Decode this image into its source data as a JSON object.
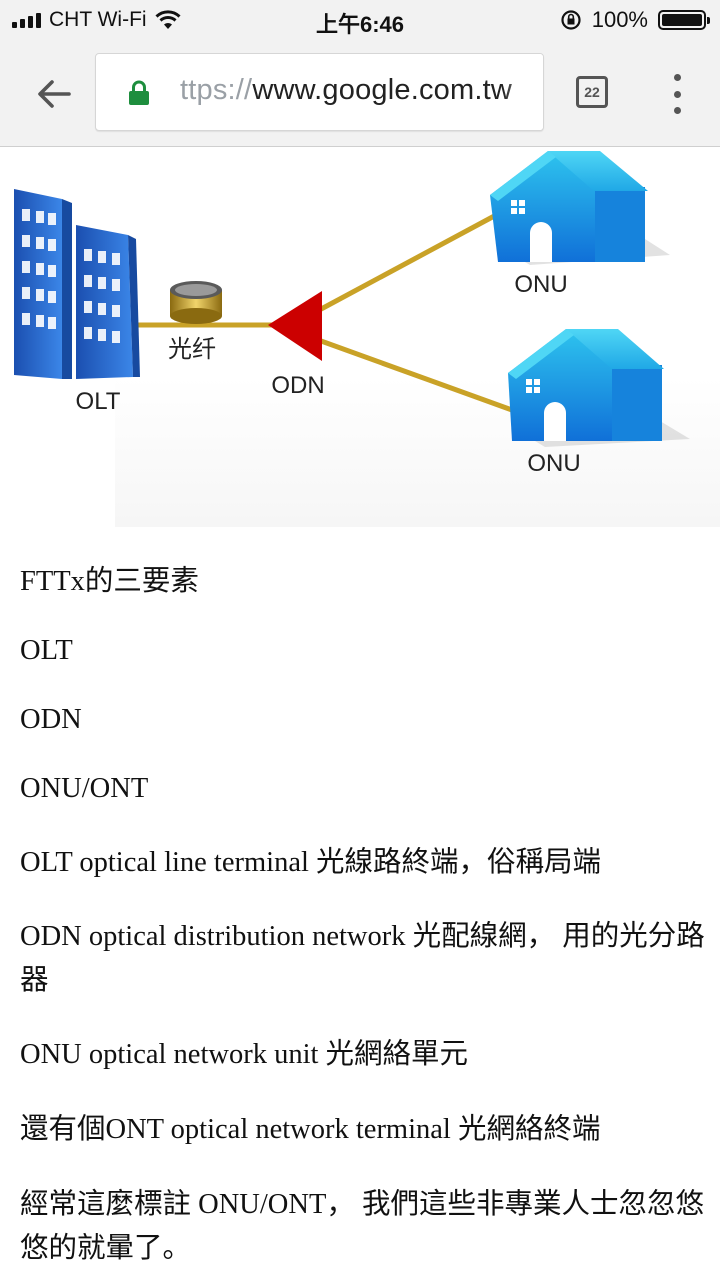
{
  "status_bar": {
    "carrier": "CHT Wi-Fi",
    "time": "上午6:46",
    "battery": "100%",
    "battery_level": 1.0
  },
  "browser": {
    "url_scheme": "ttps://",
    "url_host": "www.google.com.tw",
    "tab_count": "22",
    "icons": [
      "back-arrow-icon",
      "lock-icon",
      "tabs-icon",
      "overflow-menu-icon"
    ],
    "lock_color": "#1e8e3e"
  },
  "diagram": {
    "labels": {
      "olt": "OLT",
      "fiber": "光纤",
      "odn": "ODN",
      "onu_top": "ONU",
      "onu_bottom": "ONU"
    },
    "colors": {
      "building": "#2f6fd6",
      "house": "#1aa5e6",
      "splitter": "#cc0000",
      "fiber": "#c9a227"
    }
  },
  "article": {
    "paragraphs": [
      "FTTx的三要素",
      "OLT",
      "ODN",
      "ONU/ONT",
      "OLT optical line terminal 光線路終端，俗稱局端",
      "ODN optical distribution network 光配線網， 用的光分路器",
      "ONU optical network unit 光網絡單元",
      "還有個ONT optical network terminal 光網絡終端",
      "經常這麼標註 ONU/ONT， 我們這些非專業人士忽忽悠悠的就暈了。"
    ]
  }
}
